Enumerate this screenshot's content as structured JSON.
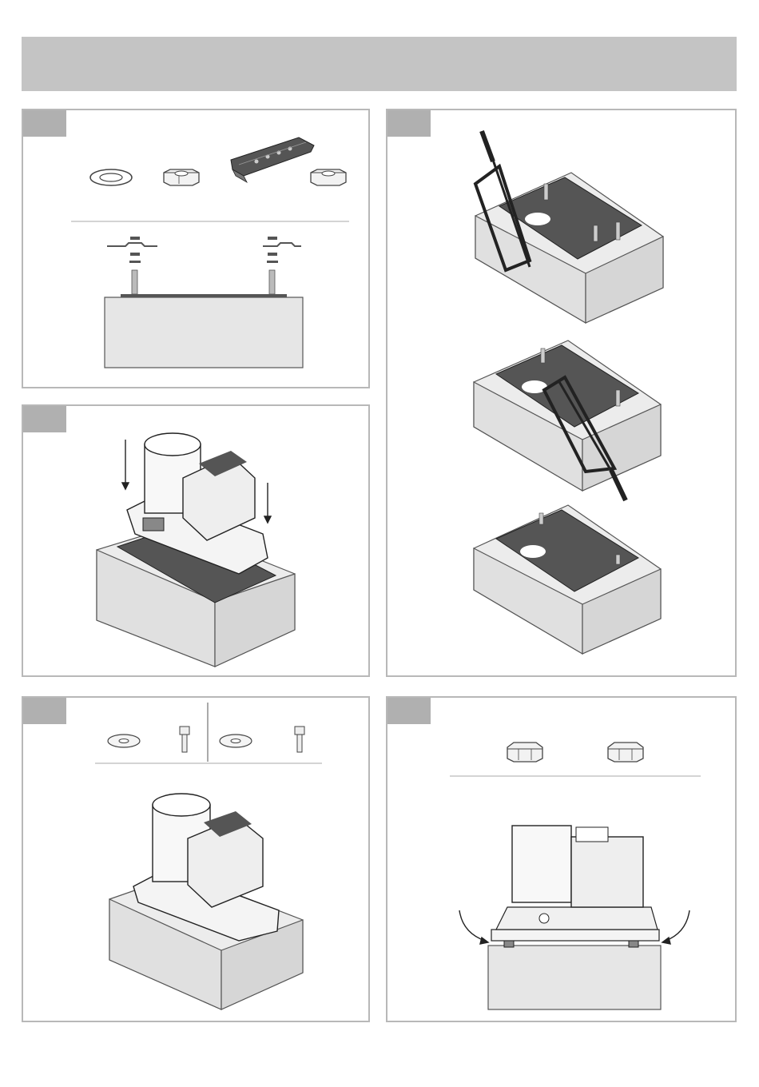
{
  "page": {
    "header_text": "",
    "colors": {
      "header": "#c4c4c4",
      "panel_border": "#b8b8b8",
      "step_tab": "#b0b0b0",
      "concrete": "#e6e6e6",
      "plate": "#555555"
    }
  },
  "panels": [
    {
      "id": "step-1",
      "step_label": "",
      "content": "washer-nut-plate-nut-parts-and-plate-on-threaded-rods"
    },
    {
      "id": "step-2",
      "step_label": "",
      "content": "cutting-threaded-rods-with-hacksaw"
    },
    {
      "id": "step-3",
      "step_label": "",
      "content": "placing-motor-on-base-plate"
    },
    {
      "id": "step-4",
      "step_label": "",
      "content": "washer-and-screw-parts-motor-fixed"
    },
    {
      "id": "step-5",
      "step_label": "",
      "content": "nuts-and-levelling-motor"
    }
  ],
  "icons": [
    "washer-icon",
    "nut-icon",
    "base-plate-icon",
    "hacksaw-icon",
    "screw-icon",
    "arrow-down-icon",
    "curved-arrow-icon",
    "motor-icon",
    "concrete-block-icon"
  ]
}
